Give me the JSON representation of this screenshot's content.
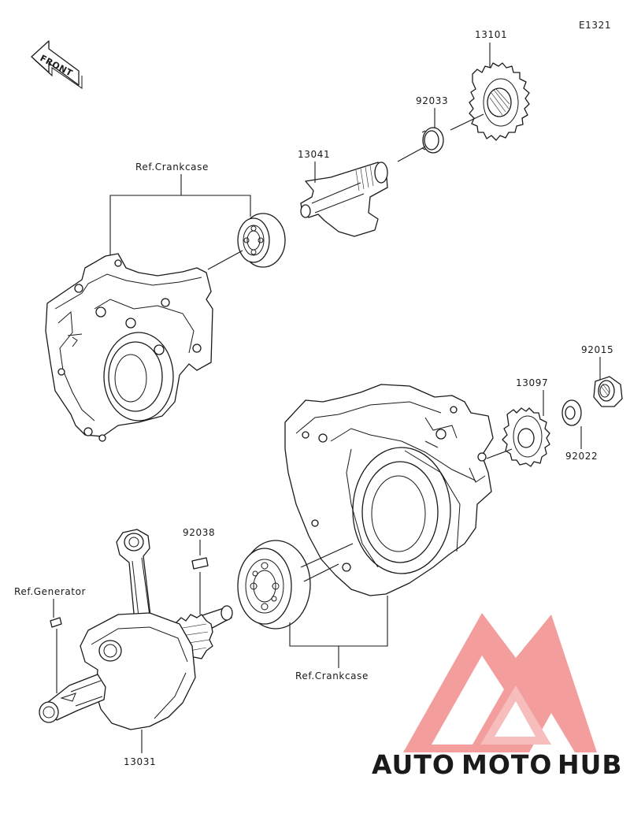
{
  "diagram_code": "E1321",
  "front_label": "FRONT",
  "parts": {
    "gear_13101": "13101",
    "circlip_92033": "92033",
    "shaft_13041": "13041",
    "ref_crankcase_top": "Ref.Crankcase",
    "nut_92015": "92015",
    "gear_13097": "13097",
    "washer_92022": "92022",
    "key_92038": "92038",
    "ref_generator": "Ref.Generator",
    "ref_crankcase_bottom": "Ref.Crankcase",
    "crankshaft_13031": "13031"
  },
  "watermark": {
    "part1": "AUTO",
    "part2": "MOTO",
    "part3": "HUB",
    "color1": "#f5c27a",
    "color2": "#f4a0a0",
    "color3": "#9a9a9a",
    "logo_color": "#f28c8c"
  }
}
